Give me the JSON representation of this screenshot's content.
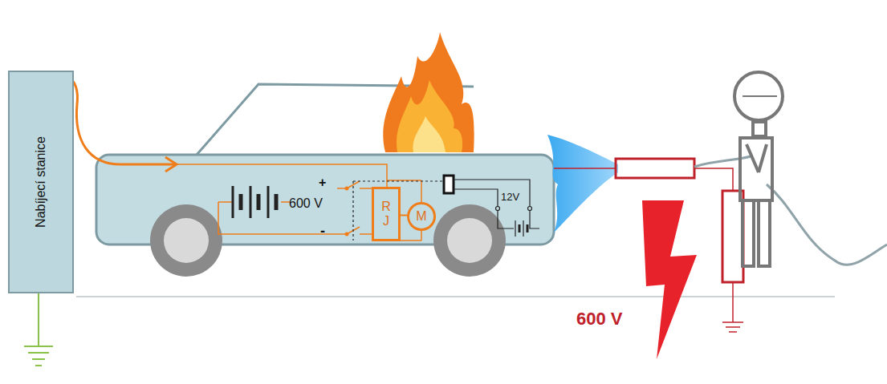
{
  "diagram": {
    "nodes": [
      {
        "text": [
          "Nabíjecí stanice"
        ]
      },
      {
        "text": [
          "R",
          "J"
        ]
      },
      {
        "text": [
          "M"
        ]
      }
    ],
    "edges": [
      {
        "from": 1,
        "to": 2,
        "arrow": "none"
      }
    ],
    "labels": [
      "+",
      "600 V",
      "-",
      "12V",
      "600 V"
    ]
  }
}
